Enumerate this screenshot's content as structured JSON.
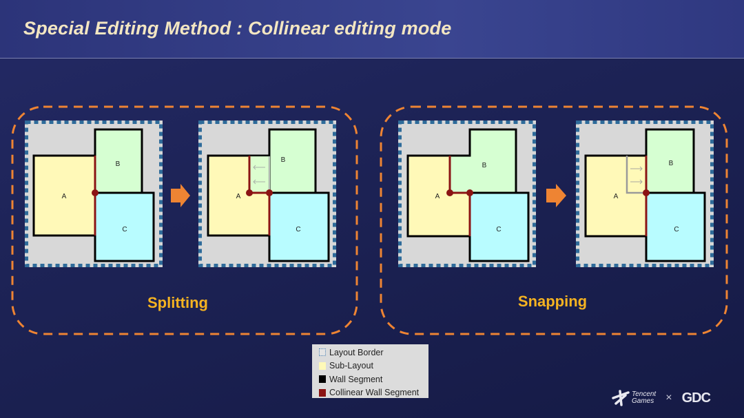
{
  "title": "Special Editing Method : Collinear editing mode",
  "groups": [
    {
      "label": "Splitting"
    },
    {
      "label": "Snapping"
    }
  ],
  "room_labels": {
    "a": "A",
    "b": "B",
    "c": "C"
  },
  "legend": [
    {
      "label": "Layout Border"
    },
    {
      "label": "Sub-Layout"
    },
    {
      "label": "Wall Segment"
    },
    {
      "label": "Collinear Wall Segment"
    }
  ],
  "brand": {
    "tencent_line1": "Tencent",
    "tencent_line2": "Games",
    "times": "×",
    "gdc": "GDC"
  },
  "colors": {
    "accent": "#ee8433",
    "label": "#f5b321",
    "collinear": "#8b1414",
    "border_dash": "#2e6b9a",
    "room_a": "#fff9b8",
    "room_b": "#d6ffd2",
    "room_c": "#b8fcff"
  }
}
